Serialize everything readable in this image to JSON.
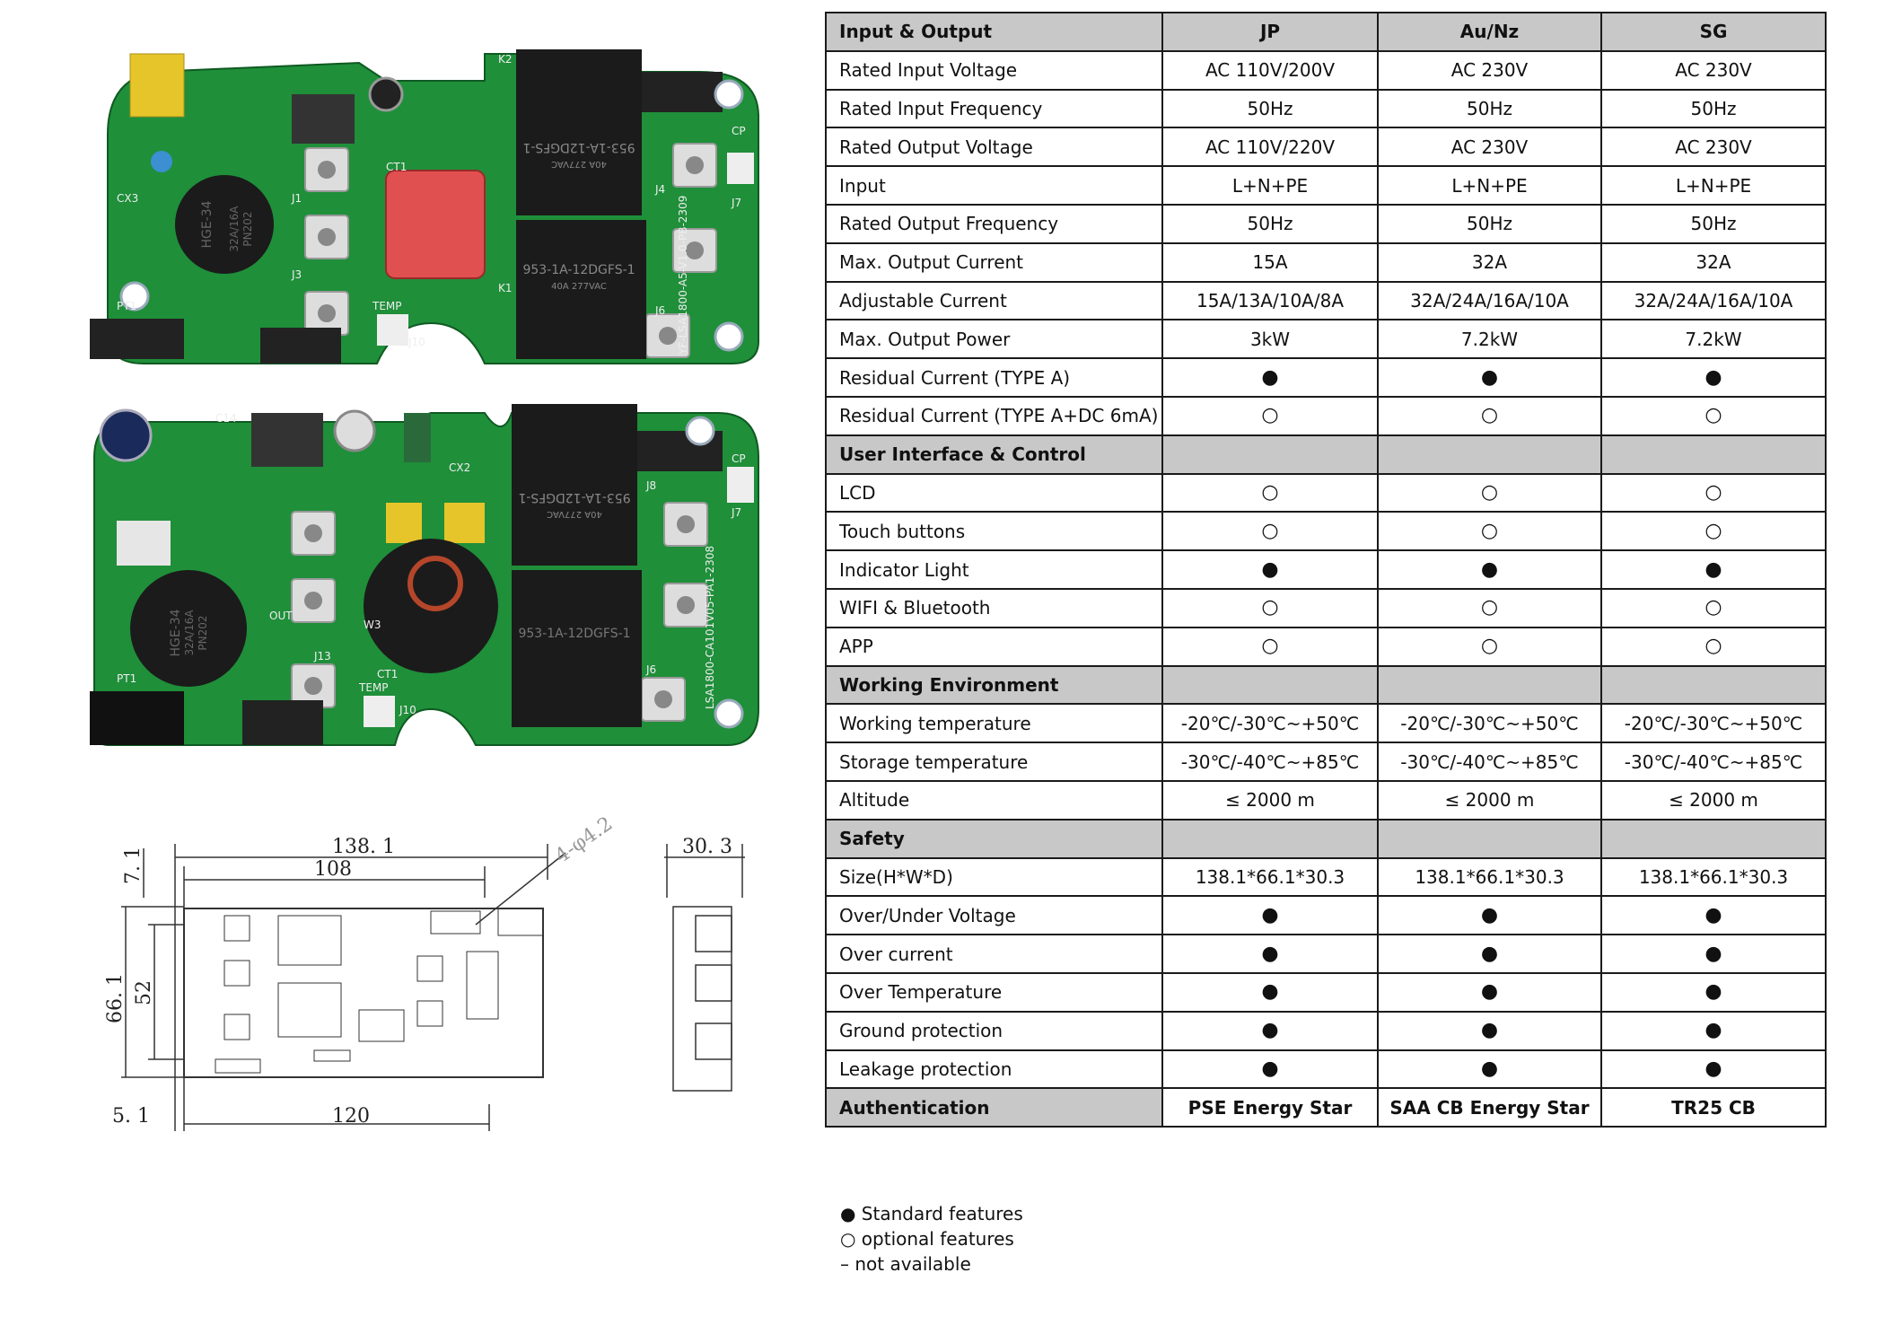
{
  "columns": [
    "Input & Output",
    "JP",
    "Au/Nz",
    "SG"
  ],
  "rows": [
    {
      "type": "data",
      "label": "Rated Input Voltage",
      "values": [
        "AC 110V/200V",
        "AC 230V",
        "AC 230V"
      ]
    },
    {
      "type": "data",
      "label": "Rated Input Frequency",
      "values": [
        "50Hz",
        "50Hz",
        "50Hz"
      ]
    },
    {
      "type": "data",
      "label": "Rated Output Voltage",
      "values": [
        "AC 110V/220V",
        "AC 230V",
        "AC 230V"
      ]
    },
    {
      "type": "data",
      "label": "Input",
      "values": [
        "L+N+PE",
        "L+N+PE",
        "L+N+PE"
      ]
    },
    {
      "type": "data",
      "label": "Rated Output Frequency",
      "values": [
        "50Hz",
        "50Hz",
        "50Hz"
      ]
    },
    {
      "type": "data",
      "label": "Max. Output Current",
      "values": [
        "15A",
        "32A",
        "32A"
      ]
    },
    {
      "type": "data",
      "label": "Adjustable Current",
      "values": [
        "15A/13A/10A/8A",
        "32A/24A/16A/10A",
        "32A/24A/16A/10A"
      ]
    },
    {
      "type": "data",
      "label": "Max. Output Power",
      "values": [
        "3kW",
        "7.2kW",
        "7.2kW"
      ]
    },
    {
      "type": "data",
      "label": "Residual Current (TYPE A)",
      "values": [
        "●",
        "●",
        "●"
      ]
    },
    {
      "type": "data",
      "label": "Residual Current (TYPE A+DC 6mA)",
      "values": [
        "○",
        "○",
        "○"
      ]
    },
    {
      "type": "section",
      "label": "User Interface & Control"
    },
    {
      "type": "data",
      "label": "LCD",
      "values": [
        "○",
        "○",
        "○"
      ]
    },
    {
      "type": "data",
      "label": "Touch buttons",
      "values": [
        "○",
        "○",
        "○"
      ]
    },
    {
      "type": "data",
      "label": "Indicator Light",
      "values": [
        "●",
        "●",
        "●"
      ]
    },
    {
      "type": "data",
      "label": "WIFI & Bluetooth",
      "values": [
        "○",
        "○",
        "○"
      ]
    },
    {
      "type": "data",
      "label": "APP",
      "values": [
        "○",
        "○",
        "○"
      ]
    },
    {
      "type": "section",
      "label": "Working Environment"
    },
    {
      "type": "data",
      "label": "Working temperature",
      "values": [
        "-20℃/-30℃~+50℃",
        "-20℃/-30℃~+50℃",
        "-20℃/-30℃~+50℃"
      ]
    },
    {
      "type": "data",
      "label": "Storage temperature",
      "values": [
        "-30℃/-40℃~+85℃",
        "-30℃/-40℃~+85℃",
        "-30℃/-40℃~+85℃"
      ]
    },
    {
      "type": "data",
      "label": "Altitude",
      "values": [
        "≤ 2000 m",
        "≤ 2000 m",
        "≤ 2000 m"
      ]
    },
    {
      "type": "section",
      "label": "Safety"
    },
    {
      "type": "data",
      "label": "Size(H*W*D)",
      "values": [
        "138.1*66.1*30.3",
        "138.1*66.1*30.3",
        "138.1*66.1*30.3"
      ]
    },
    {
      "type": "data",
      "label": "Over/Under Voltage",
      "values": [
        "●",
        "●",
        "●"
      ]
    },
    {
      "type": "data",
      "label": "Over current",
      "values": [
        "●",
        "●",
        "●"
      ]
    },
    {
      "type": "data",
      "label": "Over Temperature",
      "values": [
        "●",
        "●",
        "●"
      ]
    },
    {
      "type": "data",
      "label": "Ground protection",
      "values": [
        "●",
        "●",
        "●"
      ]
    },
    {
      "type": "data",
      "label": "Leakage protection",
      "values": [
        "●",
        "●",
        "●"
      ]
    },
    {
      "type": "auth",
      "label": "Authentication",
      "values": [
        "PSE Energy Star",
        "SAA CB Energy Star",
        "TR25 CB"
      ]
    }
  ],
  "legend": {
    "standard": "● Standard features",
    "optional": "○ optional features",
    "na": "– not available"
  },
  "pcb_top": {
    "relay1_line1": "953-1A-12DGFS-1",
    "relay1_line2": "40A  277VAC",
    "relay2_line1": "953-1A-12DGFS-1",
    "relay2_line2": "40A  277VAC",
    "ct_line1": "HGE-34",
    "ct_line2": "32A/16A",
    "ct_line3": "PN202",
    "side_text": "YF-LSA1800-A5-V1.0-PB-2309",
    "lbl_ct1": "CT1",
    "lbl_j1": "J1",
    "lbl_j3": "J3",
    "lbl_j4": "J4",
    "lbl_j6": "J6",
    "lbl_j7": "J7",
    "lbl_j10": "J10",
    "lbl_temp": "TEMP",
    "lbl_cp": "CP",
    "lbl_k1": "K1",
    "lbl_k2": "K2",
    "lbl_cx3": "CX3",
    "lbl_pt1": "PT1"
  },
  "pcb_bottom": {
    "relay1_line1": "953-1A-12DGFS-1",
    "relay1_line2": "40A  277VAC",
    "relay2_line1": "953-1A-12DGFS-1",
    "ct_line1": "HGE-34",
    "ct_line2": "32A/16A",
    "ct_line3": "PN202",
    "side_text": "LSA1800-CA101V05-PA1-2308",
    "lbl_cx2": "CX2",
    "lbl_ct1": "CT1",
    "lbl_j6": "J6",
    "lbl_j7": "J7",
    "lbl_j8": "J8",
    "lbl_j10": "J10",
    "lbl_temp": "TEMP",
    "lbl_cp": "CP",
    "lbl_out": "OUT",
    "lbl_pt1": "PT1",
    "lbl_w3": "W3",
    "lbl_j13": "J13",
    "lbl_c14": "C14"
  },
  "dims": {
    "width_total": "138. 1",
    "width_inner": "108",
    "width_bottom": "120",
    "height_total": "66. 1",
    "height_inner": "52",
    "offset_top": "7. 1",
    "offset_left": "5. 1",
    "hole": "4-φ4.2",
    "depth": "30. 3"
  }
}
